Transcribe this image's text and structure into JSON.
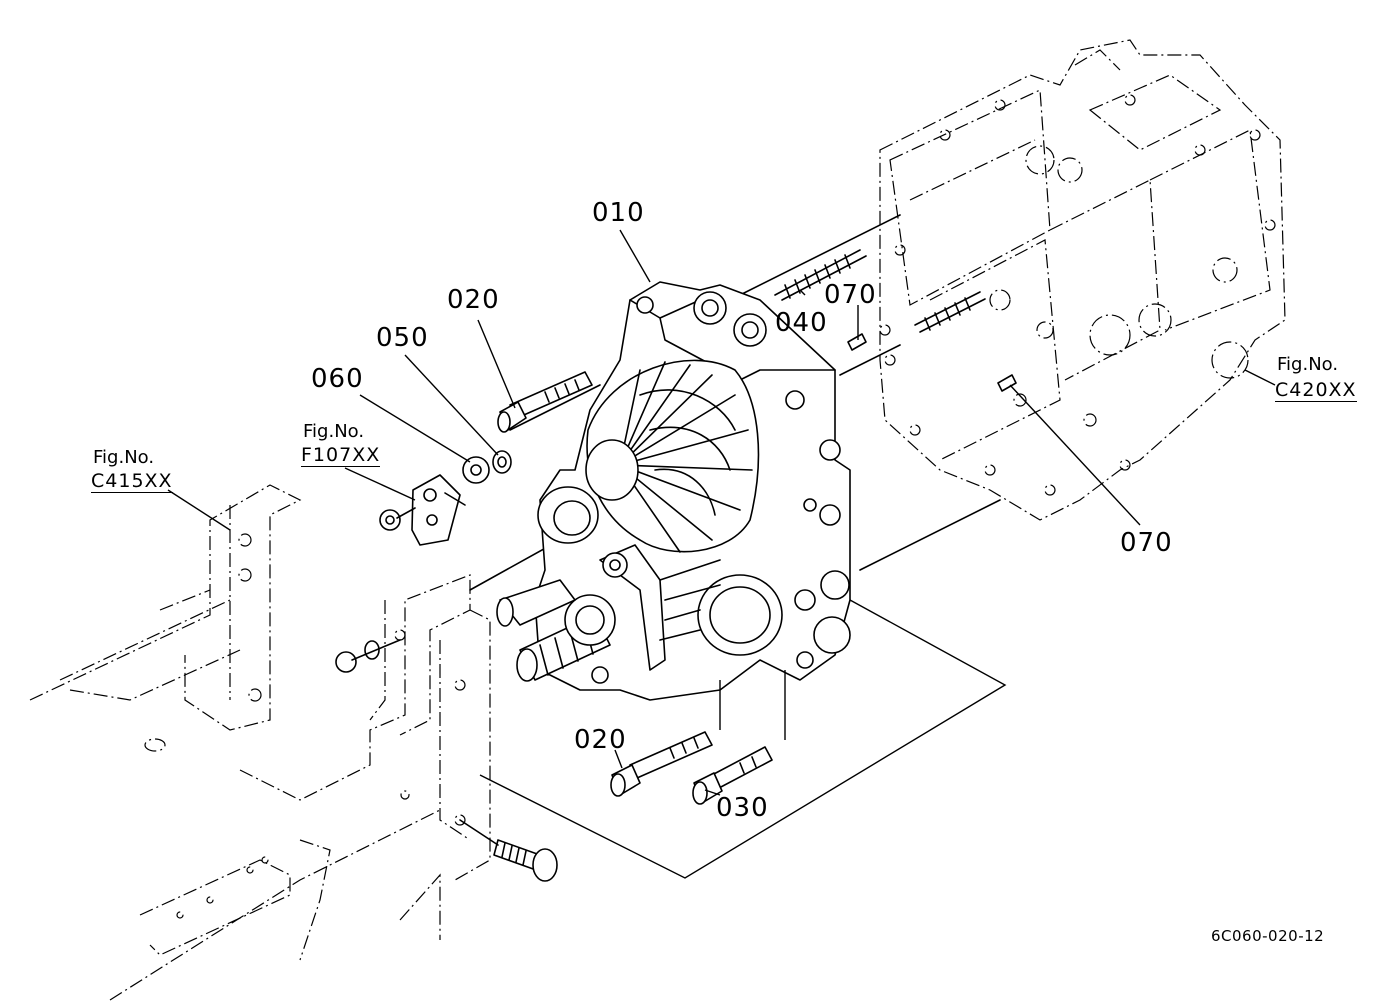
{
  "diagram": {
    "callouts": {
      "p010": "010",
      "p020_top": "020",
      "p050": "050",
      "p060": "060",
      "p040": "040",
      "p070_top": "070",
      "p070_right": "070",
      "p020_bottom": "020",
      "p030": "030"
    },
    "figure_refs": {
      "c415": {
        "prefix": "Fig.No.",
        "code": "C415XX"
      },
      "f107": {
        "prefix": "Fig.No.",
        "code": "F107XX"
      },
      "c420": {
        "prefix": "Fig.No.",
        "code": "C420XX"
      }
    },
    "drawing_code": "6C060-020-12"
  }
}
